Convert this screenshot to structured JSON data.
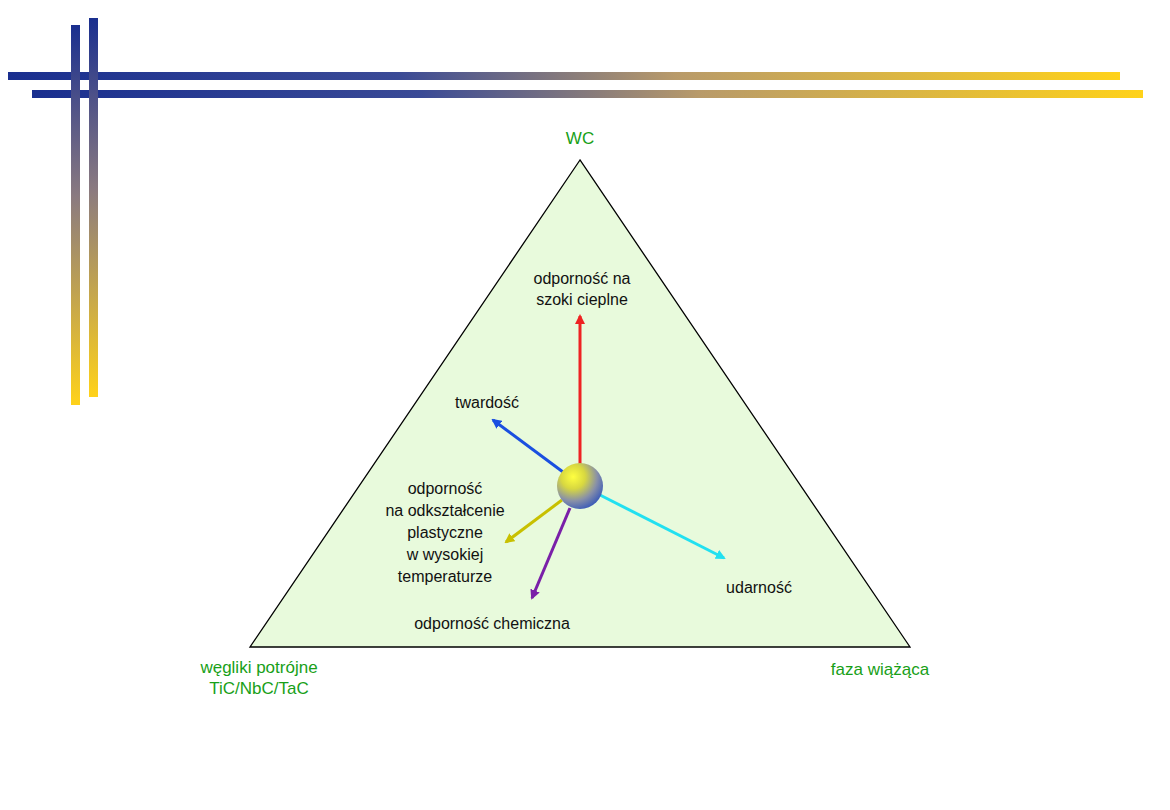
{
  "diagram": {
    "labels": [
      "WC",
      "odporność na szoki cieplne",
      "twardość",
      "odporność na odkształcenie plastyczne w wysokiej temperaturze",
      "odporność chemiczna",
      "udarność",
      "węgliki potrójne TiC/NbC/TaC",
      "faza wiążąca"
    ]
  }
}
